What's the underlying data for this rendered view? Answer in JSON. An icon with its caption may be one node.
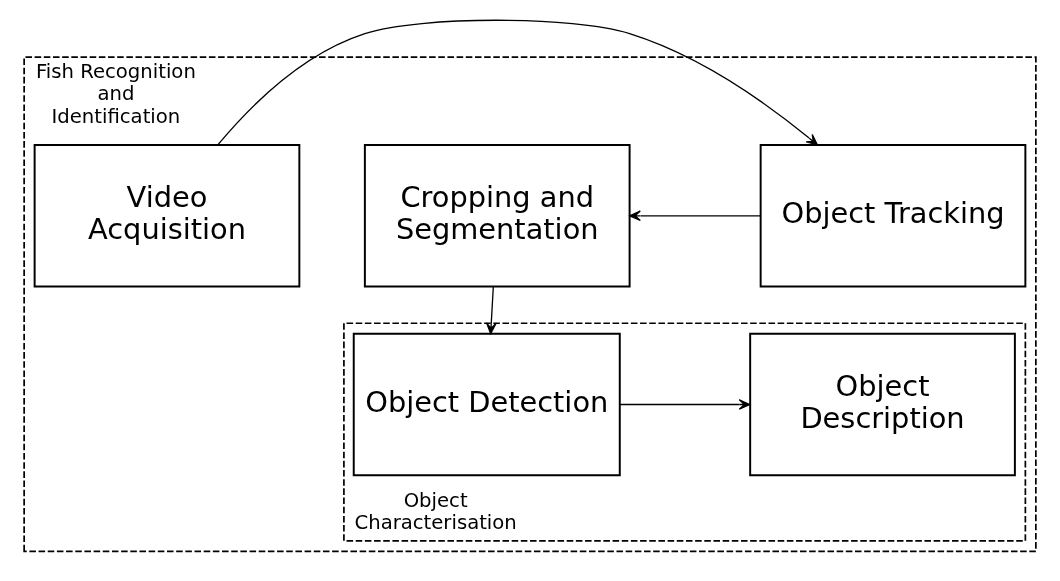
{
  "diagram": {
    "nodes": [
      {
        "text": [
          "Fish Recognition and Identification"
        ]
      },
      {
        "text": [
          "Video Acquisition"
        ],
        "in": 0
      },
      {
        "text": [
          "Object Tracking"
        ],
        "in": 0
      },
      {
        "text": [
          "Cropping and Segmentation"
        ],
        "in": 0
      },
      {
        "text": [
          "Object Characterisation"
        ],
        "in": 0
      },
      {
        "text": [
          "Object Detection"
        ],
        "in": 4
      },
      {
        "text": [
          "Object Description"
        ],
        "in": 4
      }
    ],
    "edges": [
      {
        "from": 1,
        "to": 2,
        "arrow": "to"
      },
      {
        "from": 2,
        "to": 3,
        "arrow": "to"
      },
      {
        "from": 3,
        "to": 5,
        "arrow": "to"
      },
      {
        "from": 5,
        "to": 6,
        "arrow": "to"
      }
    ]
  }
}
